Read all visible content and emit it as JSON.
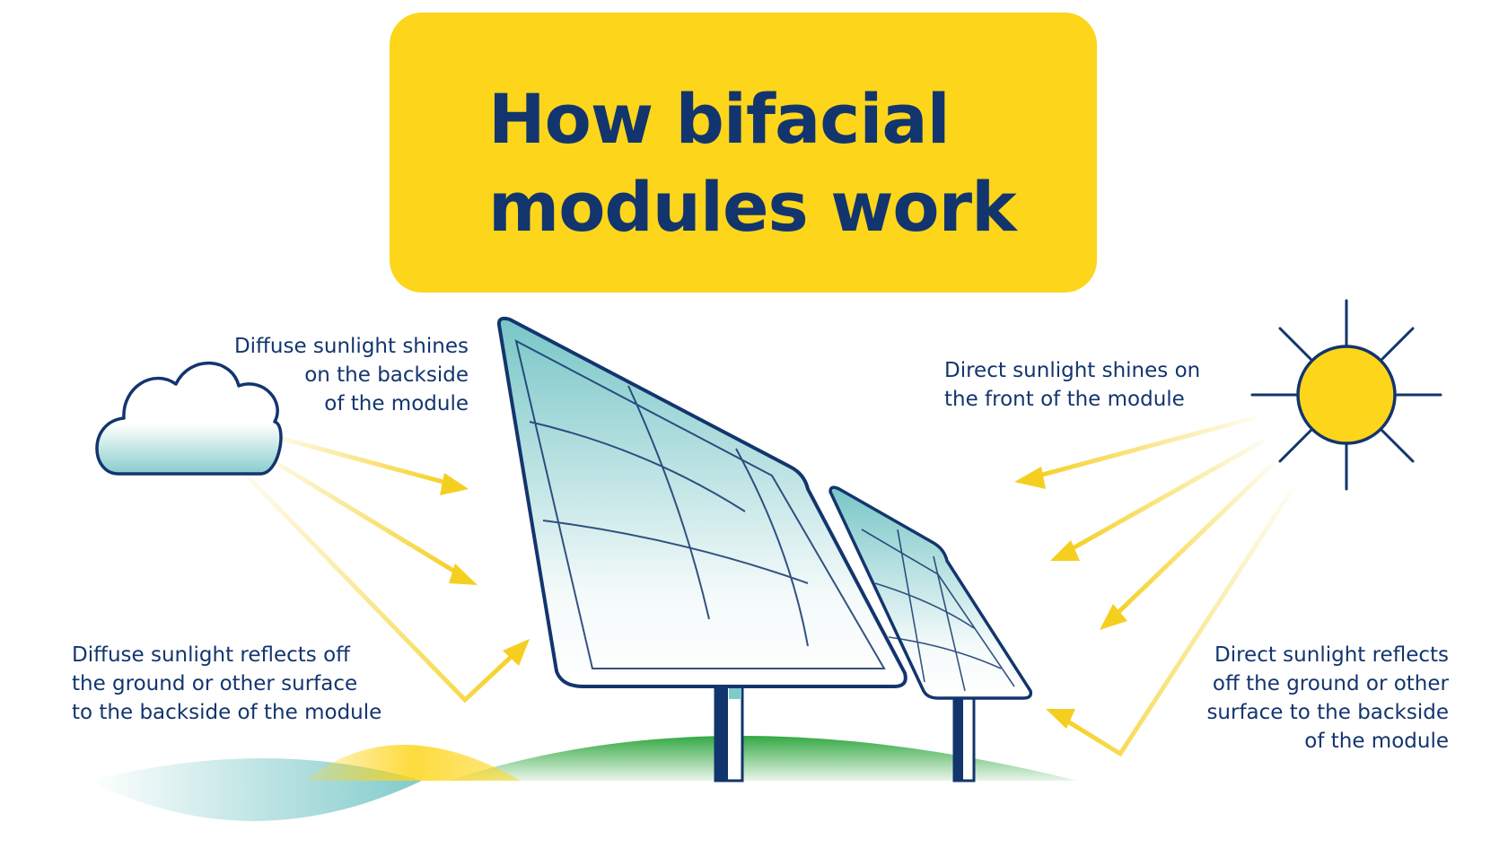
{
  "title": {
    "line1": "How bifacial",
    "line2": "modules work"
  },
  "captions": {
    "diffuse_backside": [
      "Diffuse sunlight shines",
      "on the backside",
      "of the module"
    ],
    "direct_front": [
      "Direct sunlight shines on",
      "the front of the module"
    ],
    "diffuse_reflect": [
      "Diffuse sunlight reflects off",
      "the ground or other surface",
      "to the backside of the module"
    ],
    "direct_reflect": [
      "Direct sunlight reflects",
      "off the ground or other",
      "surface to the backside",
      "of the module"
    ]
  },
  "icons": [
    "cloud-icon",
    "sun-icon",
    "solar-panel-large",
    "solar-panel-small",
    "ground-hill"
  ],
  "colors": {
    "title_bg": "#fdd51b",
    "text": "#13356e",
    "sun": "#fdd51b",
    "ray": "#f5cf1f",
    "panel_outline": "#1c3f78",
    "panel_fill_top": "#7fcbcb",
    "ground": "#3fae45"
  }
}
